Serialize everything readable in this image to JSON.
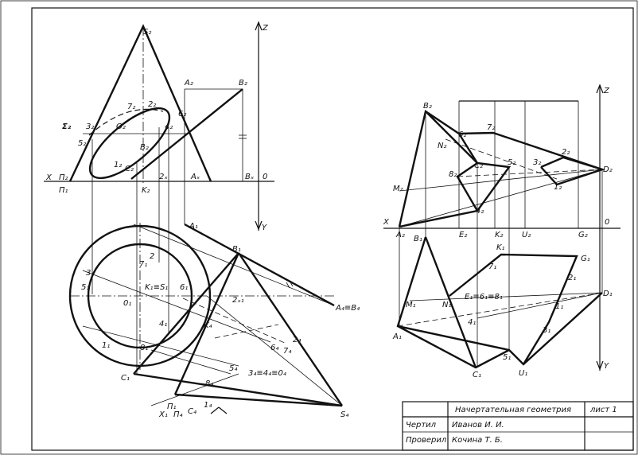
{
  "labels": {
    "left": {
      "S2": "S₂",
      "A2": "A₂",
      "B2": "B₂",
      "Z": "Z",
      "t7": "7₂",
      "t2": "2₂",
      "t6": "6₂",
      "t3": "3₂",
      "O2": "O₂",
      "t4": "4₂",
      "t5": "5₂",
      "B2b": "B₂",
      "t1": "1₂",
      "C2": "C₂",
      "sigma": "Σ₂",
      "X": "X",
      "P2": "Π₂",
      "P1": "Π₁",
      "K2": "K₂",
      "x2": "2ₓ",
      "Ax": "Aₓ",
      "Bx": "Bₓ",
      "O": "0",
      "A1": "A₁",
      "Y": "Y",
      "B1": "B₁",
      "three": "3",
      "two": "2",
      "seven": "7₁",
      "five": "5₁",
      "K1S1": "K₁≡S₁",
      "six": "6₁",
      "O1": "0₁",
      "x21": "2ₓ₁",
      "A4B4": "A₄≡B₄",
      "four": "4₁",
      "K4": "K₄",
      "one": "1₁",
      "eight": "8₁",
      "two4": "2₄",
      "six4": "6₄",
      "seven4": "7₄",
      "five4": "5₄",
      "three4": "3₄≡4₄≡0₄",
      "C1": "C₁",
      "eight4": "8₄",
      "X1": "X₁",
      "P1b": "Π₁",
      "P4": "Π₄",
      "C4": "C₄",
      "one4": "1₄",
      "S4": "S₄"
    },
    "right": {
      "B2": "B₂",
      "Z": "Z",
      "t7": "7₂",
      "t6": "6₂",
      "N2": "N₂",
      "C2": "C₂",
      "t5": "5₂",
      "t3": "3₂",
      "t2": "2₂",
      "D2": "D₂",
      "B2b": "8₂",
      "t1": "1₂",
      "M2": "M₂",
      "t4": "4₂",
      "X": "X",
      "O": "0",
      "A2": "A₂",
      "E2": "E₂",
      "K2": "K₂",
      "U2": "U₂",
      "G2": "G₂",
      "B1": "B₁",
      "K1": "K₁",
      "G1": "G₁",
      "t2b": "2₁",
      "M1": "M₁",
      "N1": "N₁",
      "E1": "E₁≡6₁≡8₁",
      "t71": "7₁",
      "D1": "D₁",
      "t11": "1₁",
      "t41": "4₁",
      "A1": "A₁",
      "t31": "3₁",
      "t51": "5₁",
      "C1": "C₁",
      "U1": "U₁",
      "Y": "Y"
    }
  },
  "stamp": {
    "title": "Начертательная геометрия",
    "sheet": "лист 1",
    "drew_label": "Чертил",
    "drew_name": "Иванов И. И.",
    "checked_label": "Проверил",
    "checked_name": "Кочина Т. Б."
  }
}
